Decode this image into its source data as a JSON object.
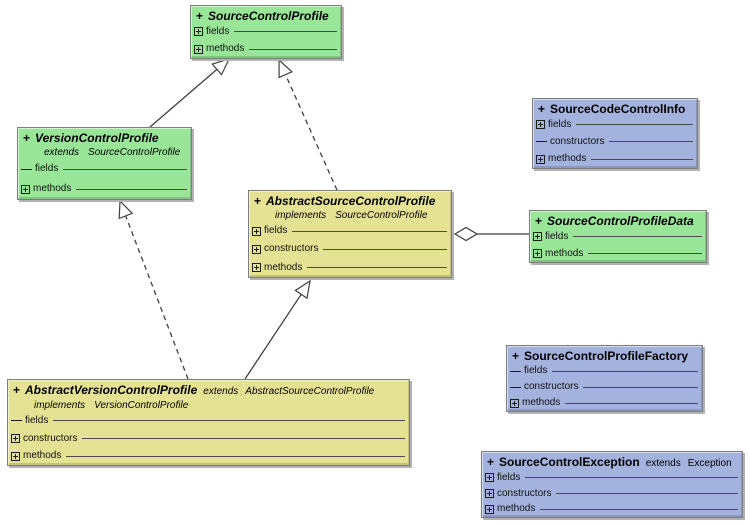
{
  "colors": {
    "interface_fill": "#99E699",
    "abstract_class_fill": "#E5E294",
    "class_fill": "#A4B2DE",
    "relation_line": "#3F3F3F",
    "background": "#FFFFFF"
  },
  "classes": [
    {
      "visibility": "+",
      "name": "SourceControlProfile",
      "kind": "interface",
      "sections": [
        {
          "icon": "plus",
          "label": "fields"
        },
        {
          "icon": "plus",
          "label": "methods"
        }
      ]
    },
    {
      "visibility": "+",
      "name": "VersionControlProfile",
      "kind": "interface",
      "subline": {
        "keyword": "extends",
        "type": "SourceControlProfile"
      },
      "sections": [
        {
          "icon": "dash",
          "label": "fields"
        },
        {
          "icon": "plus",
          "label": "methods"
        }
      ]
    },
    {
      "visibility": "+",
      "name": "AbstractSourceControlProfile",
      "kind": "abstract-class",
      "subline": {
        "keyword": "implements",
        "type": "SourceControlProfile"
      },
      "sections": [
        {
          "icon": "plus",
          "label": "fields"
        },
        {
          "icon": "plus",
          "label": "constructors"
        },
        {
          "icon": "plus",
          "label": "methods"
        }
      ]
    },
    {
      "visibility": "+",
      "name": "SourceCodeControlInfo",
      "kind": "class",
      "sections": [
        {
          "icon": "plus",
          "label": "fields"
        },
        {
          "icon": "dash",
          "label": "constructors"
        },
        {
          "icon": "plus",
          "label": "methods"
        }
      ]
    },
    {
      "visibility": "+",
      "name": "SourceControlProfileData",
      "kind": "interface",
      "sections": [
        {
          "icon": "plus",
          "label": "fields"
        },
        {
          "icon": "plus",
          "label": "methods"
        }
      ]
    },
    {
      "visibility": "+",
      "name": "AbstractVersionControlProfile",
      "kind": "abstract-class",
      "title_suffix": {
        "keyword": "extends",
        "type": "AbstractSourceControlProfile"
      },
      "subline": {
        "keyword": "implements",
        "type": "VersionControlProfile"
      },
      "sections": [
        {
          "icon": "dash",
          "label": "fields"
        },
        {
          "icon": "plus",
          "label": "constructors"
        },
        {
          "icon": "plus",
          "label": "methods"
        }
      ]
    },
    {
      "visibility": "+",
      "name": "SourceControlProfileFactory",
      "kind": "class",
      "sections": [
        {
          "icon": "dash",
          "label": "fields"
        },
        {
          "icon": "dash",
          "label": "constructors"
        },
        {
          "icon": "plus",
          "label": "methods"
        }
      ]
    },
    {
      "visibility": "+",
      "name": "SourceControlException",
      "kind": "class",
      "title_suffix": {
        "keyword": "extends",
        "type": "Exception"
      },
      "sections": [
        {
          "icon": "plus",
          "label": "fields"
        },
        {
          "icon": "plus",
          "label": "constructors"
        },
        {
          "icon": "plus",
          "label": "methods"
        }
      ]
    }
  ],
  "relations": [
    {
      "type": "generalization",
      "from": "VersionControlProfile",
      "to": "SourceControlProfile",
      "line": "solid"
    },
    {
      "type": "realization",
      "from": "AbstractSourceControlProfile",
      "to": "SourceControlProfile",
      "line": "dashed"
    },
    {
      "type": "realization",
      "from": "AbstractVersionControlProfile",
      "to": "VersionControlProfile",
      "line": "dashed"
    },
    {
      "type": "generalization",
      "from": "AbstractVersionControlProfile",
      "to": "AbstractSourceControlProfile",
      "line": "solid"
    },
    {
      "type": "aggregation",
      "from": "AbstractSourceControlProfile",
      "to": "SourceControlProfileData",
      "line": "solid"
    }
  ]
}
